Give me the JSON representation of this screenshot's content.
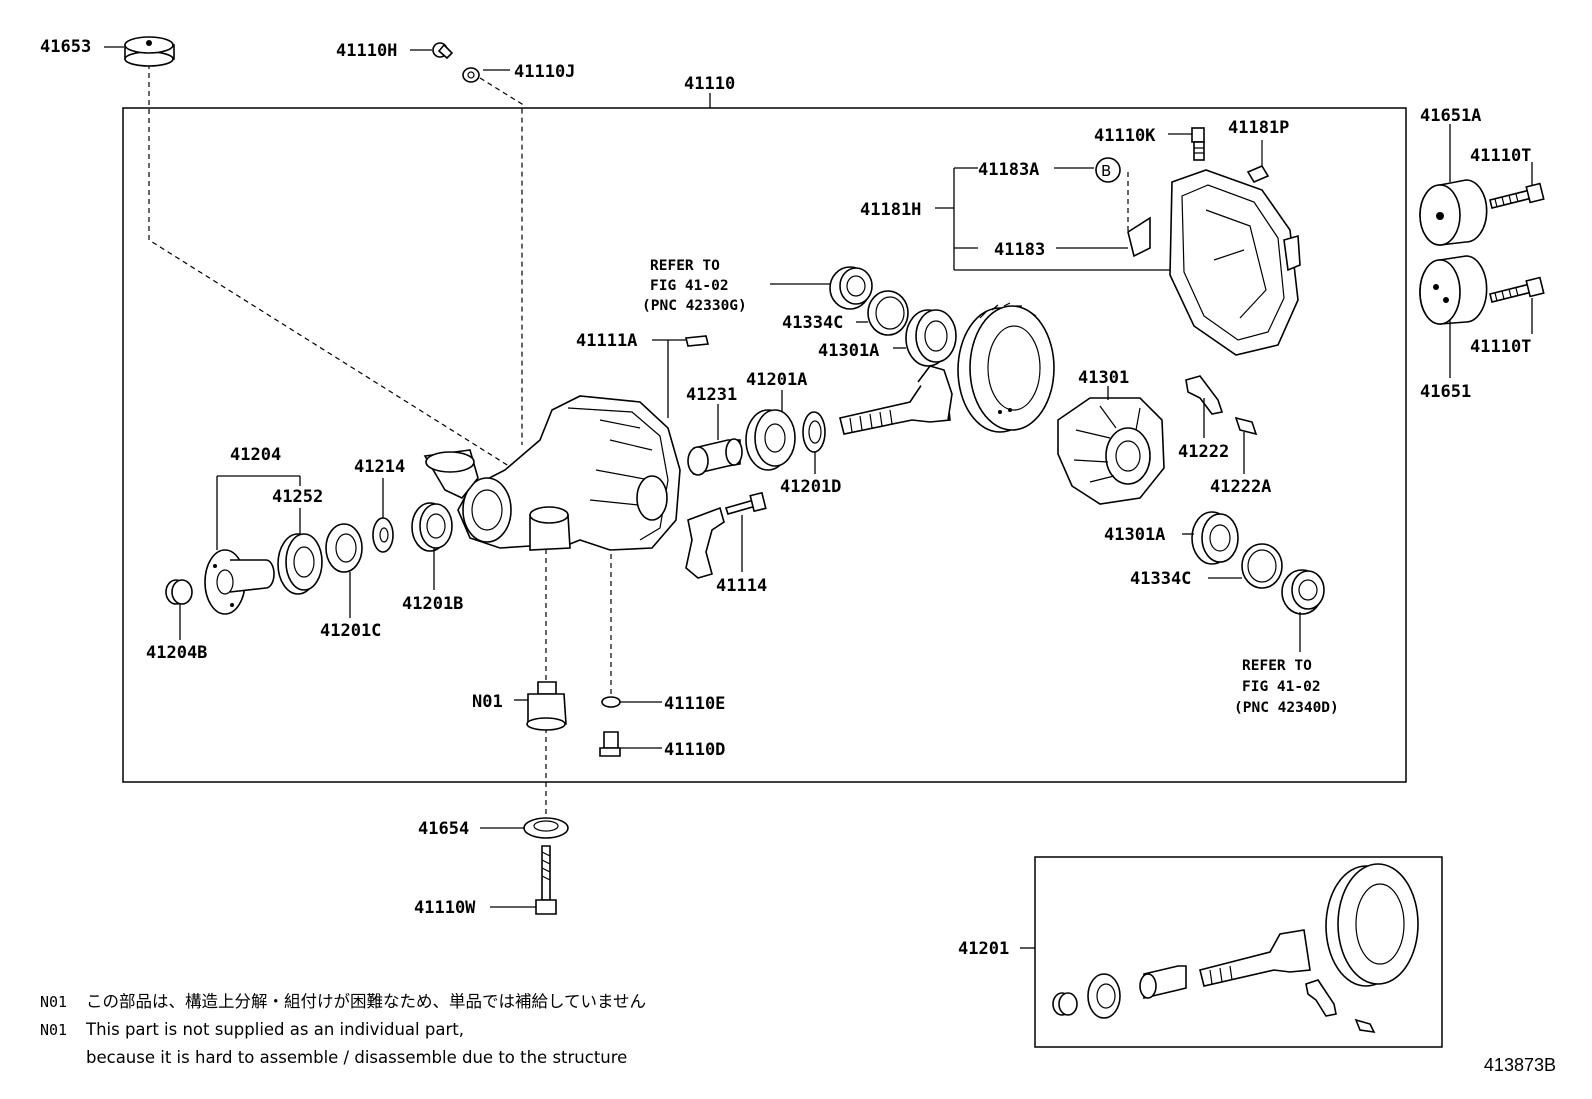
{
  "labels": {
    "p41653": "41653",
    "p41110H": "41110H",
    "p41110J": "41110J",
    "p41110": "41110",
    "p41651A": "41651A",
    "p41110T_1": "41110T",
    "p41110T_2": "41110T",
    "p41651": "41651",
    "p41110K": "41110K",
    "p41181P": "41181P",
    "p41183A": "41183A",
    "p41181H": "41181H",
    "p41183": "41183",
    "p41334C_1": "41334C",
    "p41301A_1": "41301A",
    "p41111A": "41111A",
    "p41231": "41231",
    "p41201A": "41201A",
    "p41201D": "41201D",
    "p41301": "41301",
    "p41222": "41222",
    "p41222A": "41222A",
    "p41204": "41204",
    "p41252": "41252",
    "p41214": "41214",
    "p41201B": "41201B",
    "p41201C": "41201C",
    "p41204B": "41204B",
    "p41114": "41114",
    "p41301A_2": "41301A",
    "p41334C_2": "41334C",
    "pN01": "N01",
    "p41110E": "41110E",
    "p41110D": "41110D",
    "p41654": "41654",
    "p41110W": "41110W",
    "p41201": "41201",
    "callout_b": "B"
  },
  "refer_top": [
    "REFER TO",
    "FIG 41-02",
    "(PNC 42330G)"
  ],
  "refer_bottom": [
    "REFER TO",
    "FIG 41-02",
    "(PNC 42340D)"
  ],
  "notes": [
    {
      "code": "N01",
      "text": "この部品は、構造上分解・組付けが困難なため、単品では補給していません"
    },
    {
      "code": "N01",
      "text": "This part is not supplied as an individual part,"
    },
    {
      "code": "",
      "text": "because it is hard to assemble / disassemble due to the structure"
    }
  ],
  "figure_number": "413873B"
}
